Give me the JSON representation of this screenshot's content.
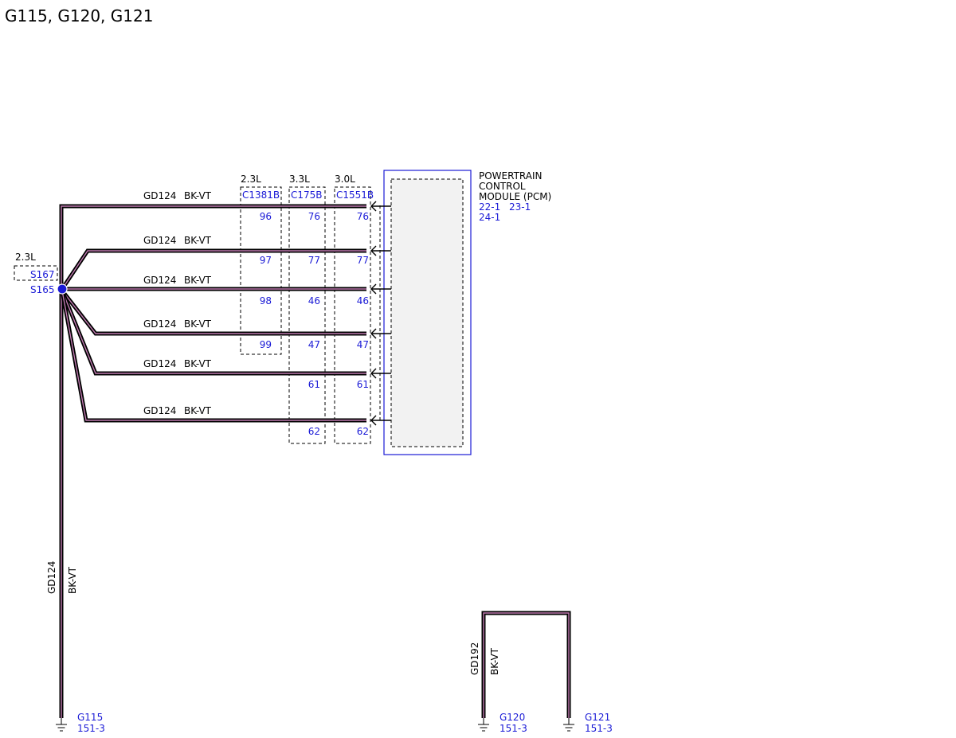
{
  "title": "G115, G120, G121",
  "module": {
    "name_lines": [
      "POWERTRAIN",
      "CONTROL",
      "MODULE (PCM)"
    ],
    "refs": [
      "22-1",
      "23-1",
      "24-1"
    ]
  },
  "splices": {
    "s167_variant": "2.3L",
    "s167": "S167",
    "s165": "S165"
  },
  "connectors": [
    {
      "variant": "2.3L",
      "id": "C1381B",
      "pins": [
        "96",
        "97",
        "98",
        "99"
      ]
    },
    {
      "variant": "3.3L",
      "id": "C175B",
      "pins": [
        "76",
        "77",
        "46",
        "47",
        "61",
        "62"
      ]
    },
    {
      "variant": "3.0L",
      "id": "C1551B",
      "pins": [
        "76",
        "77",
        "46",
        "47",
        "61",
        "62"
      ]
    }
  ],
  "branch_wires": [
    {
      "circuit": "GD124",
      "color": "BK-VT"
    },
    {
      "circuit": "GD124",
      "color": "BK-VT"
    },
    {
      "circuit": "GD124",
      "color": "BK-VT"
    },
    {
      "circuit": "GD124",
      "color": "BK-VT"
    },
    {
      "circuit": "GD124",
      "color": "BK-VT"
    },
    {
      "circuit": "GD124",
      "color": "BK-VT"
    }
  ],
  "trunk_wire": {
    "circuit": "GD124",
    "color": "BK-VT"
  },
  "ground_wire": {
    "circuit": "GD192",
    "color": "BK-VT"
  },
  "grounds": [
    {
      "id": "G115",
      "ref": "151-3"
    },
    {
      "id": "G120",
      "ref": "151-3"
    },
    {
      "id": "G121",
      "ref": "151-3"
    }
  ],
  "colors": {
    "wire": "#000000",
    "wire_stripe": "#c07ab0",
    "reference": "#1a1ad6",
    "module_border": "#1a1ad6",
    "module_fill": "#f2f2f2"
  }
}
